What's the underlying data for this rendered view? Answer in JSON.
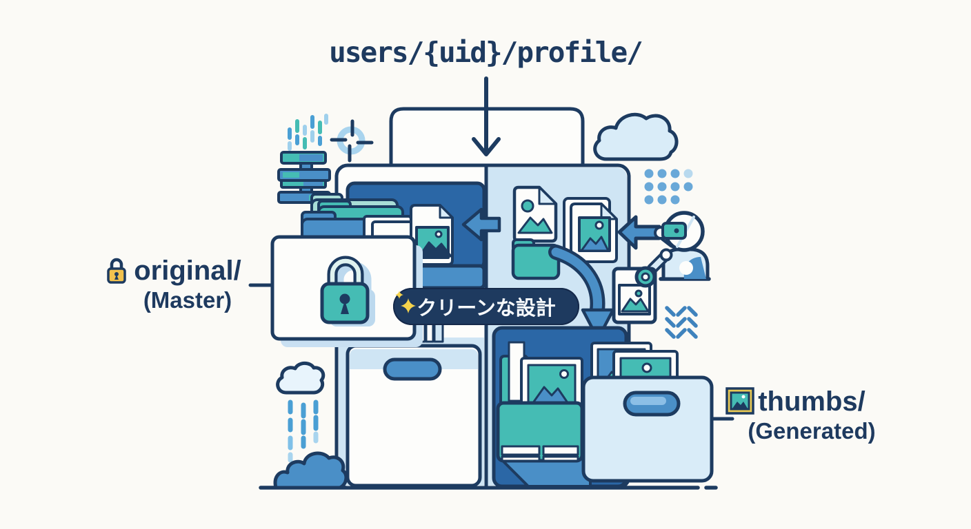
{
  "title": {
    "text": "users/{uid}/profile/"
  },
  "annotations": {
    "original": {
      "line1": "original/",
      "line2": "(Master)",
      "icon": "lock"
    },
    "thumbs": {
      "line1": "thumbs/",
      "line2": "(Generated)",
      "icon": "framed-picture"
    },
    "badge": {
      "text": "クリーンな設計",
      "icon": "sparkles"
    }
  },
  "icons": {
    "lock": "🔒",
    "framed-picture": "🖼️",
    "sparkles": "✨",
    "down-arrow": "↓",
    "left-arrow": "←",
    "curved-down-arrow": "⤵"
  },
  "colors": {
    "background": "#fbfaf6",
    "outline_navy": "#1d3b60",
    "text_navy": "#1e3a5f",
    "blue": "#4a8fc7",
    "panel_dark_blue": "#2b67a6",
    "light_blue_panel": "#cfe5f4",
    "lighter_blue": "#d9ecf8",
    "teal": "#45bcb4",
    "light_teal": "#a9ddd6",
    "lock_yellow": "#f2c24e",
    "badge_bg": "#1e3a5f",
    "sparkle_yellow": "#f5d34c"
  }
}
